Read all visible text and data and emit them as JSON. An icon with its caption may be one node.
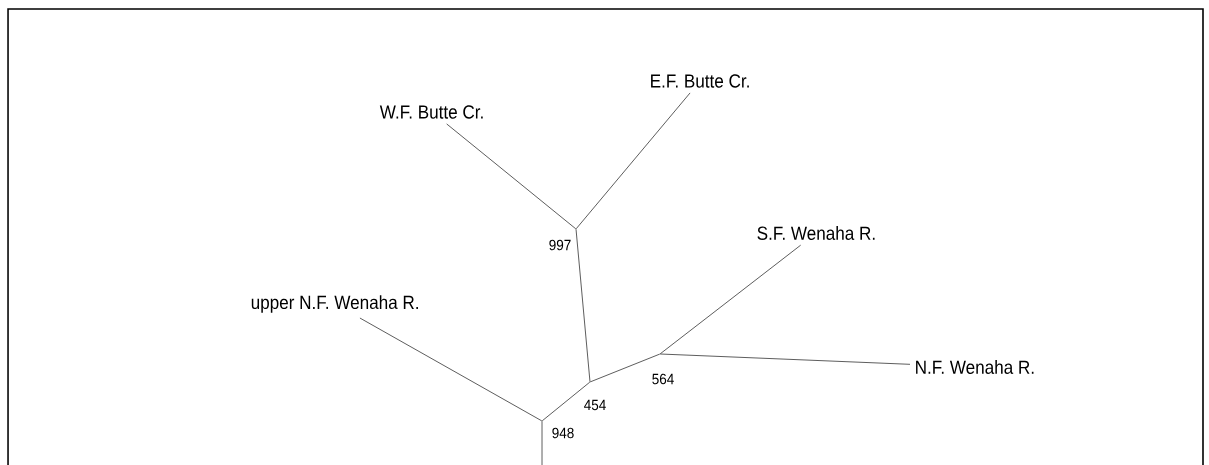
{
  "diagram": {
    "nodes": [
      {
        "text": [
          "E.F. Butte Cr."
        ]
      },
      {
        "text": [
          "W.F. Butte Cr."
        ]
      },
      {
        "text": [],
        "shape": "point",
        "beside": [
          "997"
        ]
      },
      {
        "text": [
          "S.F. Wenaha R."
        ]
      },
      {
        "text": [
          "upper N.F. Wenaha R."
        ]
      },
      {
        "text": [
          "N.F. Wenaha R."
        ]
      },
      {
        "text": [],
        "shape": "point",
        "beside": [
          "564"
        ]
      },
      {
        "text": [],
        "shape": "point",
        "beside": [
          "454"
        ]
      },
      {
        "text": [],
        "shape": "point",
        "beside": [
          "948"
        ]
      }
    ],
    "edges": [
      {
        "from": 1,
        "to": 2,
        "arrow": "none"
      },
      {
        "from": 0,
        "to": 2,
        "arrow": "none"
      },
      {
        "from": 2,
        "to": 7,
        "arrow": "none"
      },
      {
        "from": 3,
        "to": 6,
        "arrow": "none"
      },
      {
        "from": 5,
        "to": 6,
        "arrow": "none"
      },
      {
        "from": 6,
        "to": 7,
        "arrow": "none"
      },
      {
        "from": 7,
        "to": 8,
        "arrow": "none"
      },
      {
        "from": 4,
        "to": 8,
        "arrow": "none"
      },
      {
        "from": null,
        "to": 8,
        "arrow": "none"
      }
    ]
  }
}
